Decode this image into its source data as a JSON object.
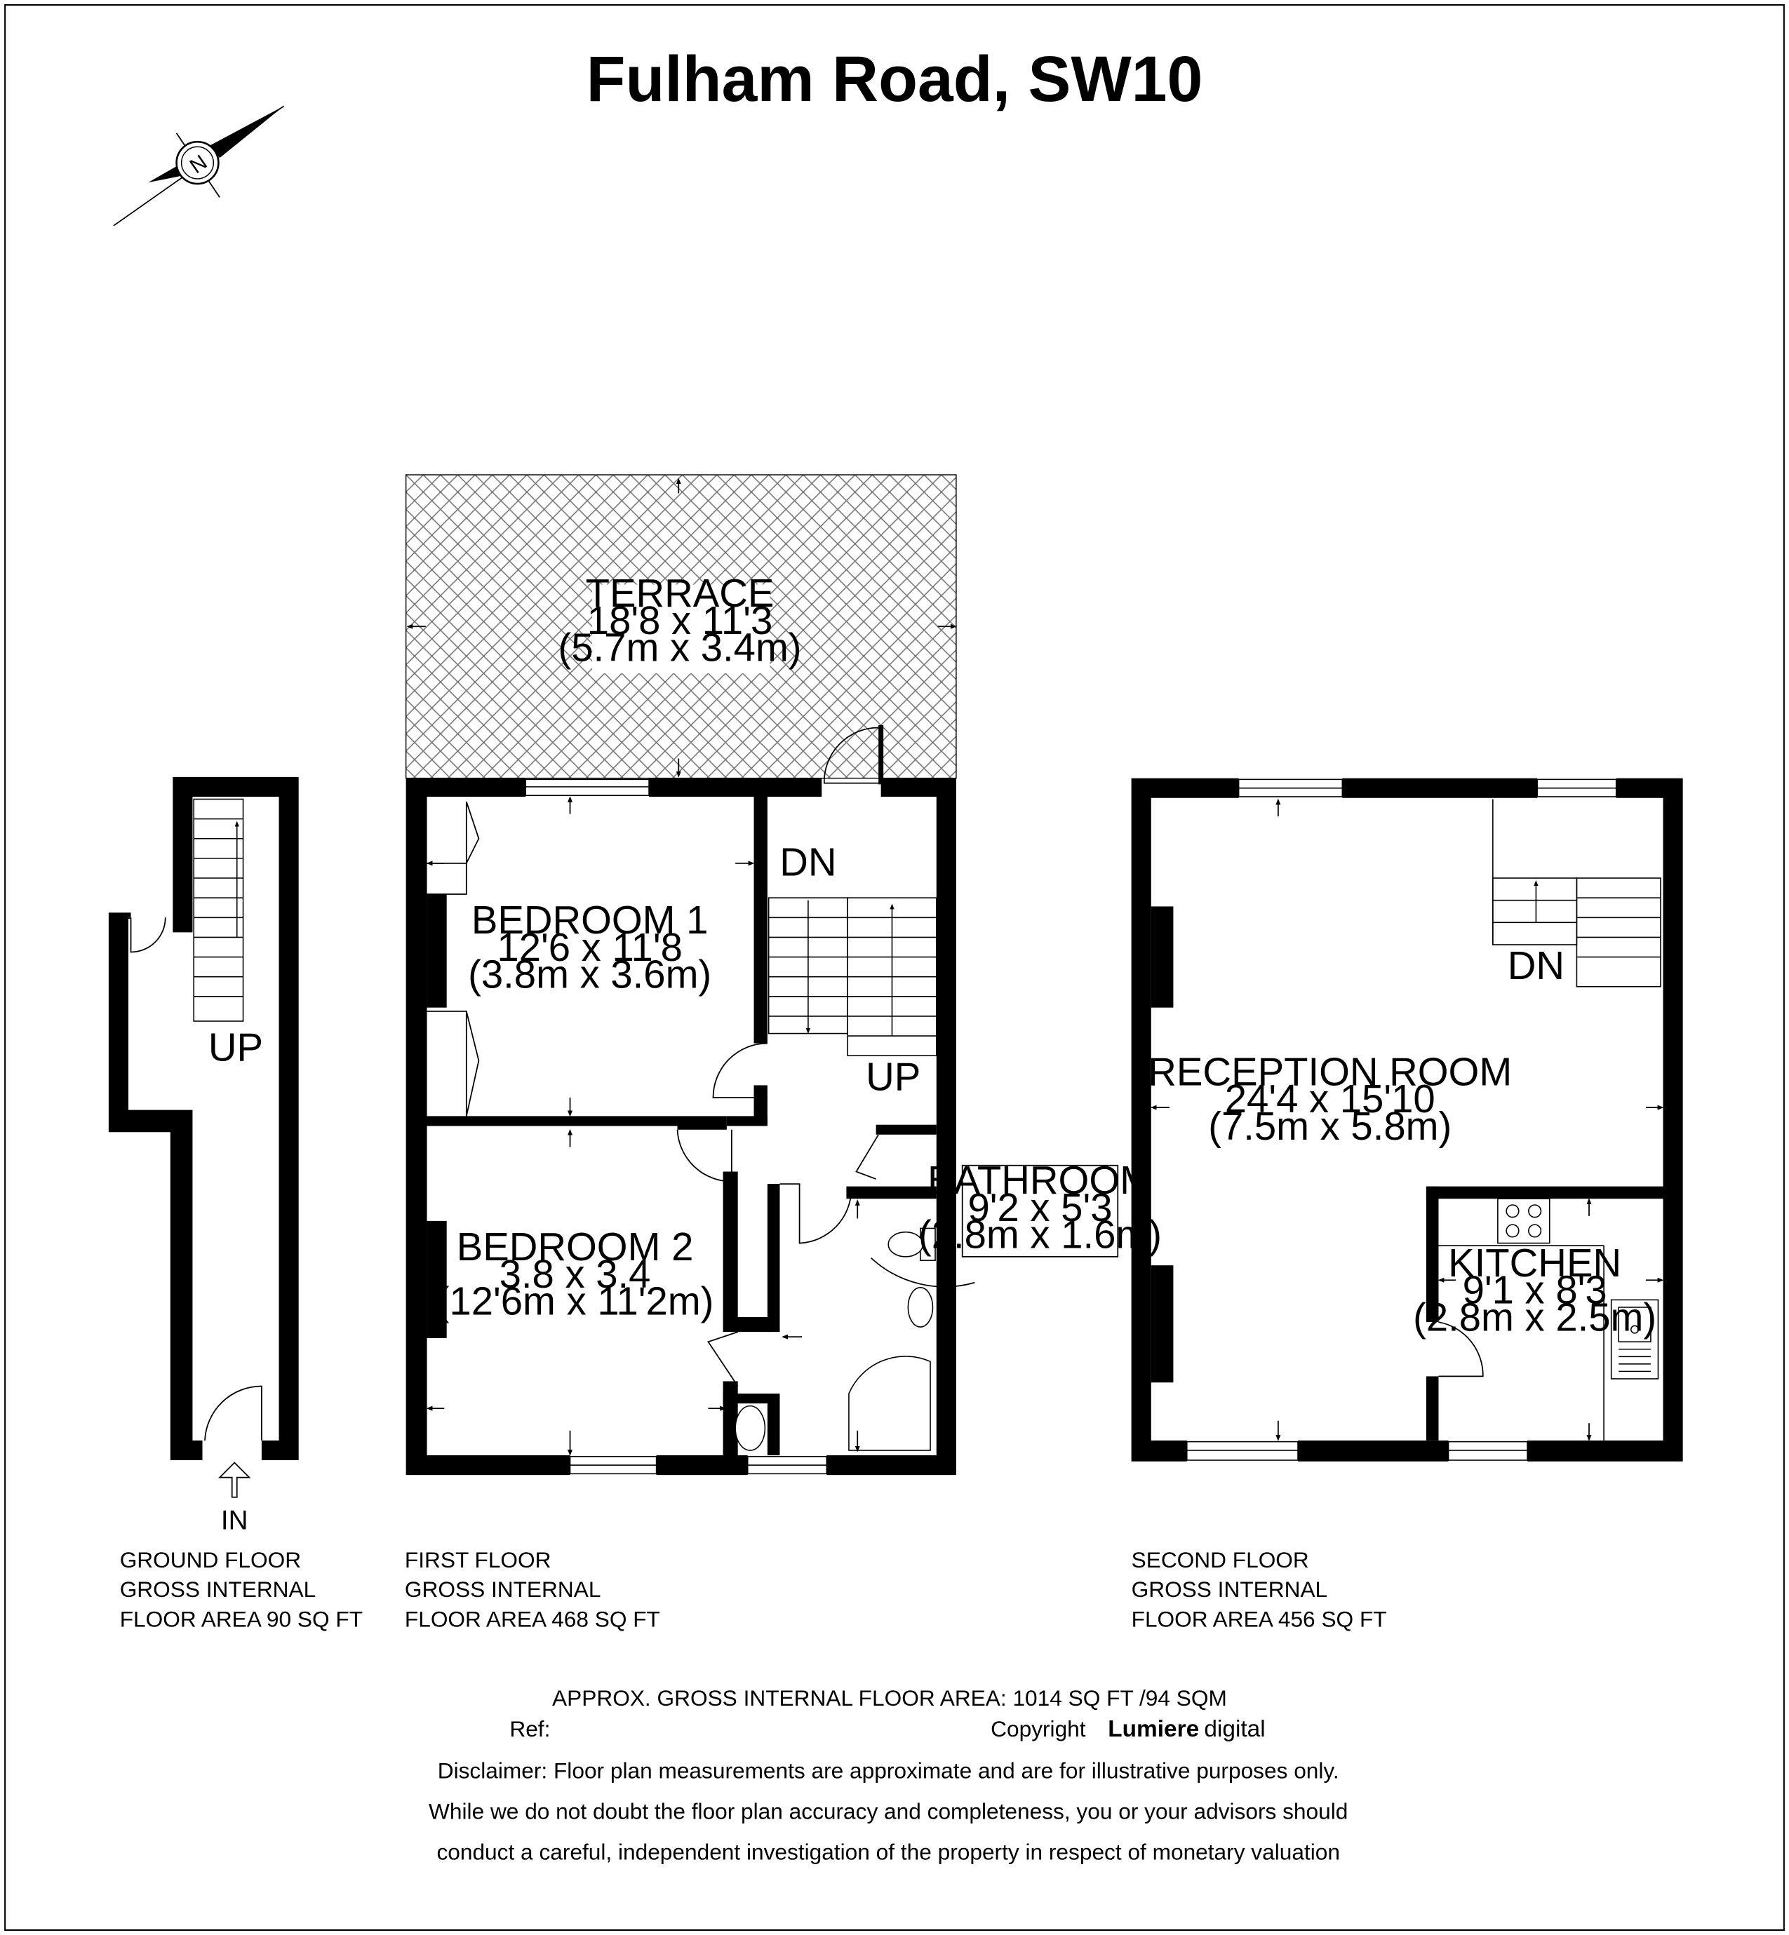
{
  "title": "Fulham Road, SW10",
  "compass": {
    "letter": "N"
  },
  "rooms": {
    "terrace": {
      "name": "TERRACE",
      "imperial": "18'8 x 11'3",
      "metric": "(5.7m x 3.4m)"
    },
    "bedroom1": {
      "name": "BEDROOM 1",
      "imperial": "12'6 x 11'8",
      "metric": "(3.8m x 3.6m)"
    },
    "bedroom2": {
      "name": "BEDROOM 2",
      "imperial": "3.8 x 3.4",
      "metric": "(12'6m x 11'2m)"
    },
    "bathroom": {
      "name": "BATHROOM",
      "imperial": "9'2 x 5'3",
      "metric": "(2.8m x 1.6m)"
    },
    "reception": {
      "name": "RECEPTION ROOM",
      "imperial": "24'4 x 15'10",
      "metric": "(7.5m x 5.8m)"
    },
    "kitchen": {
      "name": "KITCHEN",
      "imperial": "9'1 x 8'3",
      "metric": "(2.8m x 2.5m)"
    }
  },
  "stair_labels": {
    "ground_up": "UP",
    "first_dn": "DN",
    "first_up": "UP",
    "second_dn": "DN",
    "entrance": "IN"
  },
  "floors": {
    "ground": {
      "line1": "GROUND FLOOR",
      "line2": "GROSS INTERNAL",
      "line3": "FLOOR AREA 90 SQ FT"
    },
    "first": {
      "line1": "FIRST FLOOR",
      "line2": "GROSS INTERNAL",
      "line3": "FLOOR AREA 468 SQ FT"
    },
    "second": {
      "line1": "SECOND FLOOR",
      "line2": "GROSS INTERNAL",
      "line3": "FLOOR AREA 456 SQ FT"
    }
  },
  "footer": {
    "total_area": "APPROX. GROSS INTERNAL FLOOR AREA: 1014 SQ FT /94 SQM",
    "ref_label": "Ref:",
    "copyright_label": "Copyright",
    "brand_bold": "Lumiere",
    "brand_light": "digital",
    "disclaimer_1": "Disclaimer: Floor plan measurements are approximate and are for illustrative purposes only.",
    "disclaimer_2": "While we do not doubt the floor plan accuracy and completeness, you or your advisors should",
    "disclaimer_3": "conduct a careful, independent investigation of the property in respect of monetary valuation"
  }
}
